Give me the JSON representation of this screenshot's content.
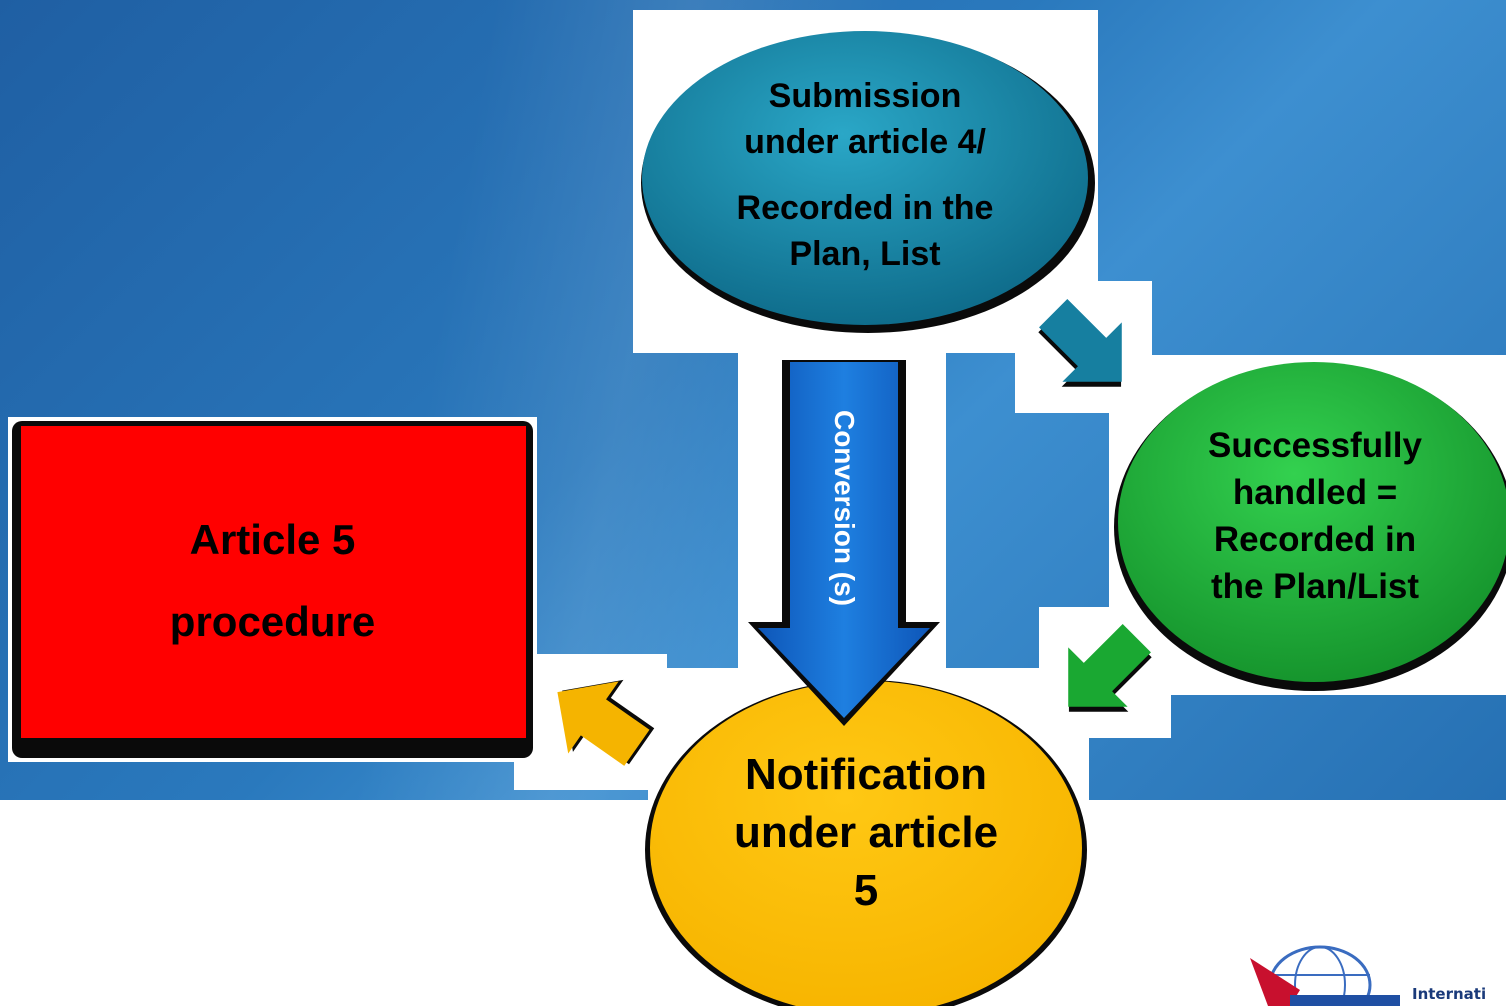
{
  "diagram": {
    "nodes": {
      "submission": {
        "line1": "Submission",
        "line2": "under article 4/",
        "line3": "Recorded in the",
        "line4": "Plan, List",
        "color": "#1b86a8"
      },
      "successful": {
        "line1": "Successfully",
        "line2": "handled =",
        "line3": "Recorded in",
        "line4": "the Plan/List",
        "color": "#1fa53a"
      },
      "notification": {
        "line1": "Notification",
        "line2": "under article",
        "line3": "5",
        "color": "#ffc000"
      },
      "article5": {
        "line1": "Article 5",
        "line2": "procedure",
        "color": "#ff0000"
      }
    },
    "arrows": {
      "conversion": {
        "label": "Conversion (s)",
        "color": "#1565c0"
      }
    }
  },
  "logo": {
    "text": "Internati",
    "icon": "itu-globe-logo"
  }
}
